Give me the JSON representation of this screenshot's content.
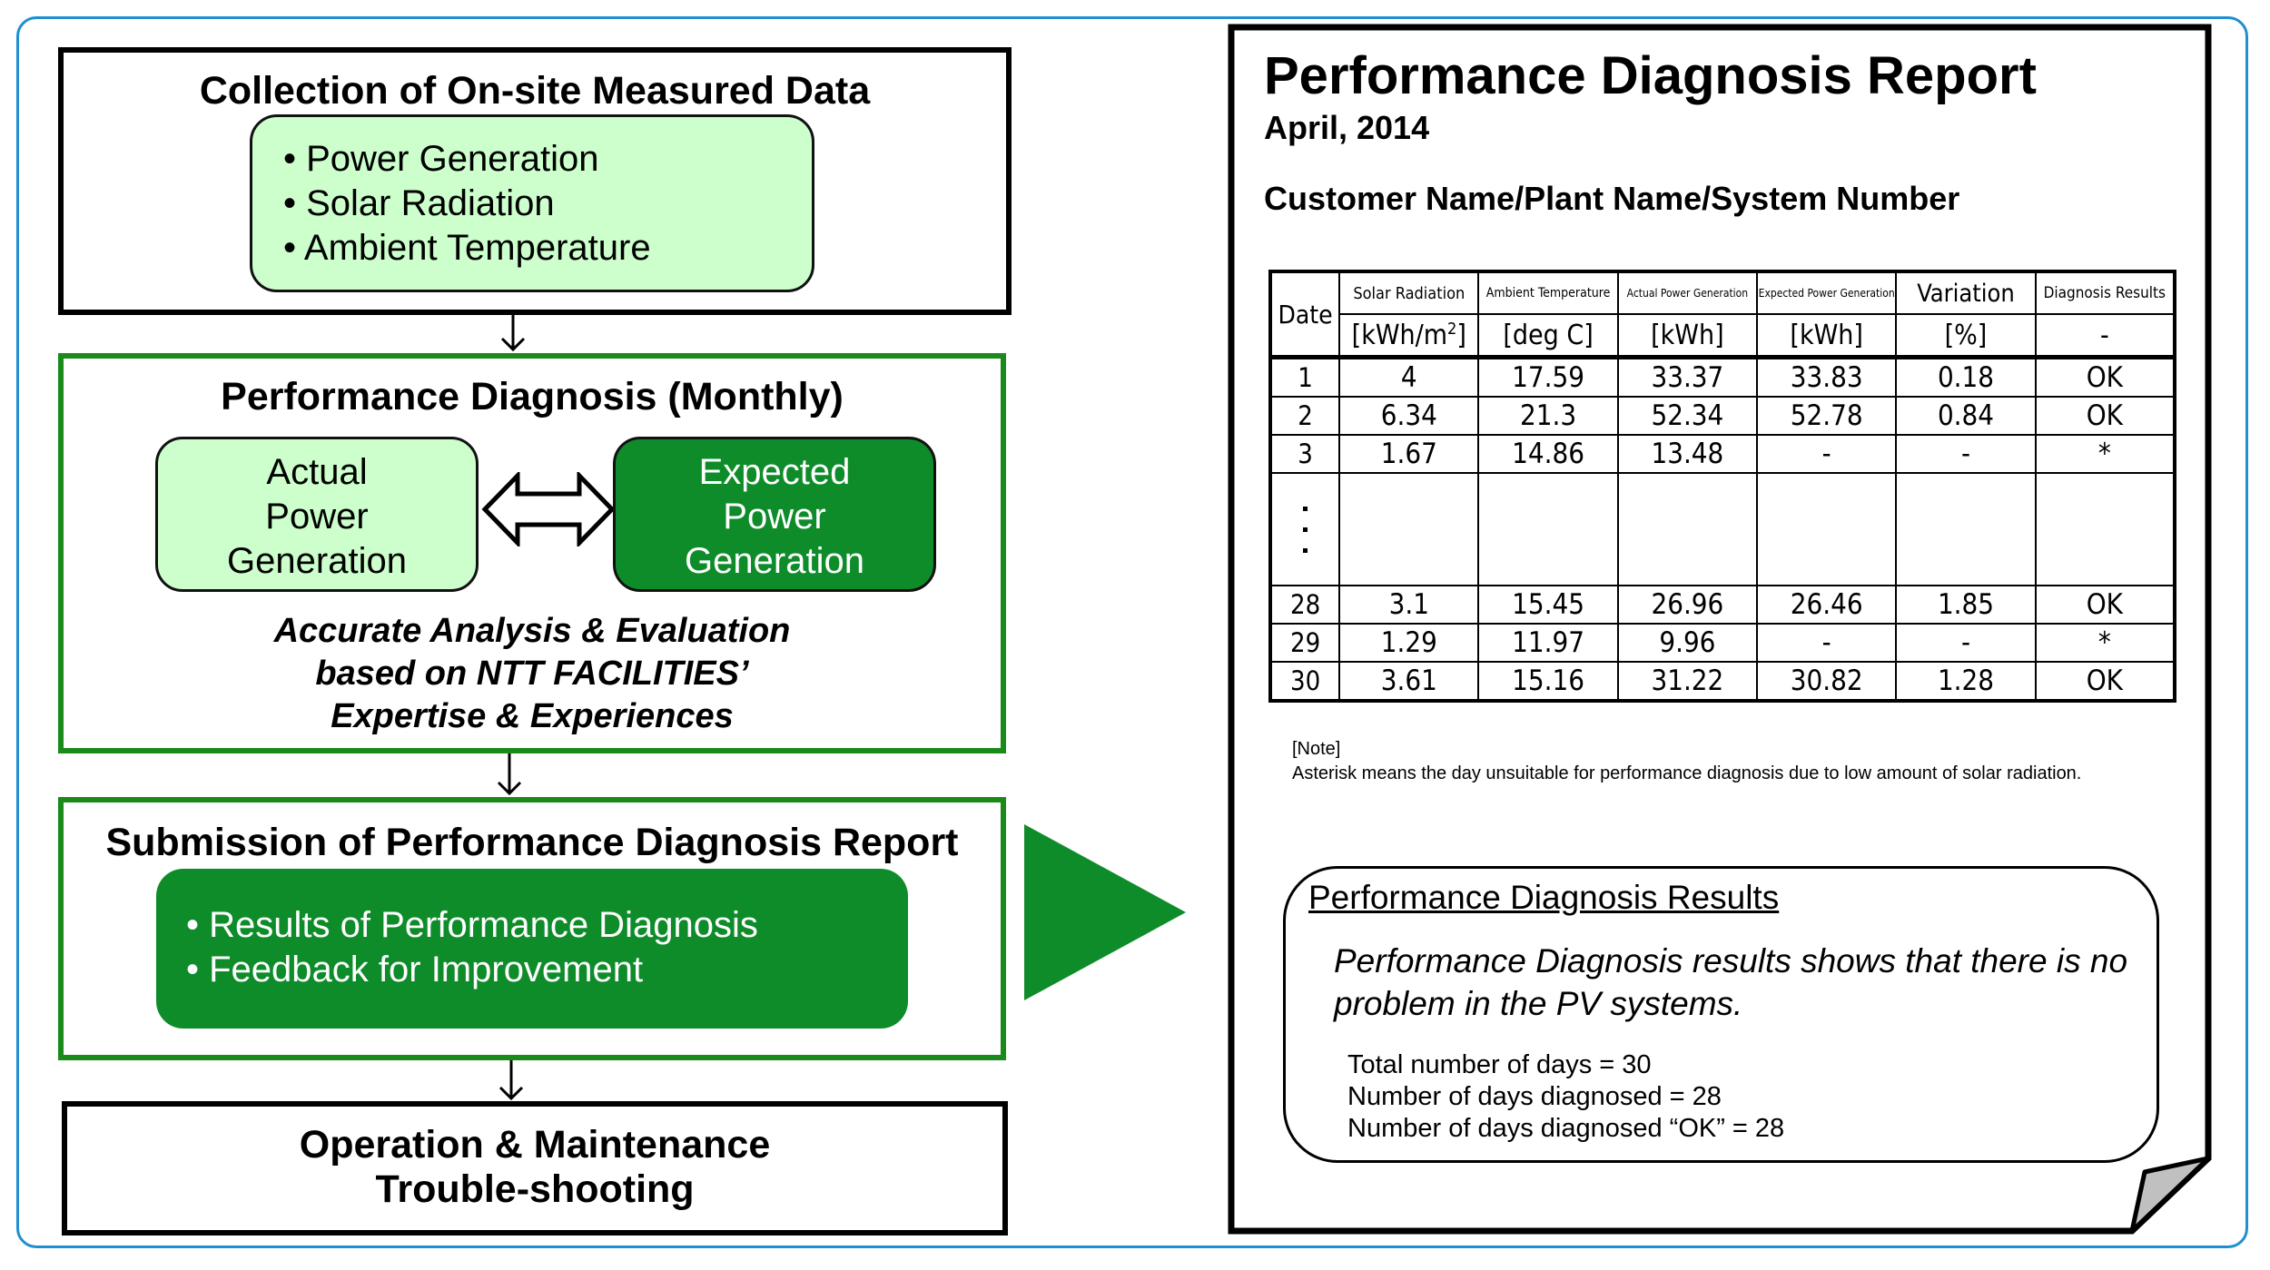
{
  "flow": {
    "collection": {
      "title": "Collection of On-site Measured Data",
      "items": [
        "• Power Generation",
        "• Solar Radiation",
        "• Ambient Temperature"
      ]
    },
    "diagnosis": {
      "title": "Performance Diagnosis (Monthly)",
      "actual_label": [
        "Actual",
        "Power",
        "Generation"
      ],
      "expected_label": [
        "Expected",
        "Power",
        "Generation"
      ],
      "analysis_lines": [
        "Accurate Analysis & Evaluation",
        "based on NTT FACILITIES’",
        "Expertise & Experiences"
      ]
    },
    "submission": {
      "title": "Submission of Performance Diagnosis Report",
      "items": [
        "• Results of Performance Diagnosis",
        "• Feedback for Improvement"
      ]
    },
    "operation": {
      "lines": [
        "Operation & Maintenance",
        "Trouble-shooting"
      ]
    }
  },
  "report": {
    "title": "Performance Diagnosis Report",
    "date": "April, 2014",
    "customer": "Customer Name/Plant Name/System Number",
    "table": {
      "headers": {
        "date": "Date",
        "solar": "Solar Radiation",
        "ambient": "Ambient Temperature",
        "actual": "Actual Power Generation",
        "expected": "Expected Power Generation",
        "variation": "Variation",
        "results": "Diagnosis Results"
      },
      "units": {
        "solar": "[kWh/m2]",
        "ambient": "[deg C]",
        "actual": "[kWh]",
        "expected": "[kWh]",
        "variation": "[%]",
        "results": "-"
      },
      "rows_top": [
        [
          "1",
          "4",
          "17.59",
          "33.37",
          "33.83",
          "0.18",
          "OK"
        ],
        [
          "2",
          "6.34",
          "21.3",
          "52.34",
          "52.78",
          "0.84",
          "OK"
        ],
        [
          "3",
          "1.67",
          "14.86",
          "13.48",
          "-",
          "-",
          "*"
        ]
      ],
      "rows_bottom": [
        [
          "28",
          "3.1",
          "15.45",
          "26.96",
          "26.46",
          "1.85",
          "OK"
        ],
        [
          "29",
          "1.29",
          "11.97",
          "9.96",
          "-",
          "-",
          "*"
        ],
        [
          "30",
          "3.61",
          "15.16",
          "31.22",
          "30.82",
          "1.28",
          "OK"
        ]
      ]
    },
    "note": {
      "label": "[Note]",
      "text": "Asterisk means the day unsuitable for performance diagnosis due to low amount of solar radiation."
    },
    "results": {
      "heading": "Performance Diagnosis Results",
      "message": "Performance Diagnosis results shows that there is no problem in the PV systems.",
      "stats": [
        "Total number of days = 30",
        "Number of days diagnosed = 28",
        "Number of days diagnosed “OK” = 28"
      ]
    }
  },
  "colors": {
    "frame": "#1f8fd0",
    "green_border": "#1a8a1a",
    "light_green": "#ccffcc",
    "dark_green": "#0e8c2a",
    "arrow_green": "#0e8c2a"
  }
}
